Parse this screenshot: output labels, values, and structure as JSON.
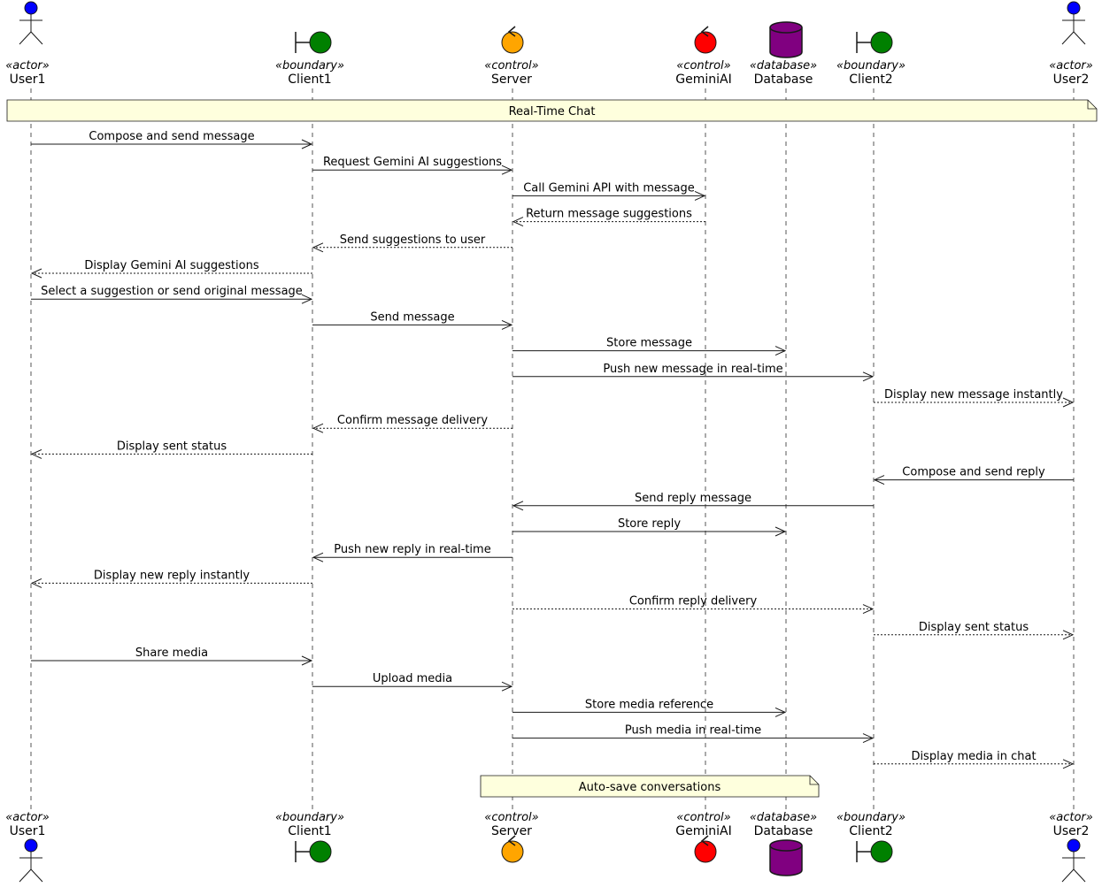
{
  "participants": [
    {
      "id": "user1",
      "kind": "actor",
      "stereotype": "«actor»",
      "name": "User1",
      "color": "#0000FF"
    },
    {
      "id": "client1",
      "kind": "boundary",
      "stereotype": "«boundary»",
      "name": "Client1",
      "color": "#008000"
    },
    {
      "id": "server",
      "kind": "control",
      "stereotype": "«control»",
      "name": "Server",
      "color": "#FFA500"
    },
    {
      "id": "geminiai",
      "kind": "control",
      "stereotype": "«control»",
      "name": "GeminiAI",
      "color": "#FF0000"
    },
    {
      "id": "database",
      "kind": "database",
      "stereotype": "«database»",
      "name": "Database",
      "color": "#800080"
    },
    {
      "id": "client2",
      "kind": "boundary",
      "stereotype": "«boundary»",
      "name": "Client2",
      "color": "#008000"
    },
    {
      "id": "user2",
      "kind": "actor",
      "stereotype": "«actor»",
      "name": "User2",
      "color": "#0000FF"
    }
  ],
  "notes": [
    {
      "text": "Real-Time Chat",
      "from": "user1",
      "to": "user2"
    },
    {
      "text": "Auto-save conversations",
      "from": "server",
      "to": "database"
    }
  ],
  "messages": [
    {
      "from": "user1",
      "to": "client1",
      "label": "Compose and send message",
      "style": "solid"
    },
    {
      "from": "client1",
      "to": "server",
      "label": "Request Gemini AI suggestions",
      "style": "solid"
    },
    {
      "from": "server",
      "to": "geminiai",
      "label": "Call Gemini API with message",
      "style": "solid"
    },
    {
      "from": "geminiai",
      "to": "server",
      "label": "Return message suggestions",
      "style": "dashed"
    },
    {
      "from": "server",
      "to": "client1",
      "label": "Send suggestions to user",
      "style": "dashed"
    },
    {
      "from": "client1",
      "to": "user1",
      "label": "Display Gemini AI suggestions",
      "style": "dashed"
    },
    {
      "from": "user1",
      "to": "client1",
      "label": "Select a suggestion or send original message",
      "style": "solid"
    },
    {
      "from": "client1",
      "to": "server",
      "label": "Send message",
      "style": "solid"
    },
    {
      "from": "server",
      "to": "database",
      "label": "Store message",
      "style": "solid"
    },
    {
      "from": "server",
      "to": "client2",
      "label": "Push new message in real-time",
      "style": "solid"
    },
    {
      "from": "client2",
      "to": "user2",
      "label": "Display new message instantly",
      "style": "dashed"
    },
    {
      "from": "server",
      "to": "client1",
      "label": "Confirm message delivery",
      "style": "dashed"
    },
    {
      "from": "client1",
      "to": "user1",
      "label": "Display sent status",
      "style": "dashed"
    },
    {
      "from": "user2",
      "to": "client2",
      "label": "Compose and send reply",
      "style": "solid"
    },
    {
      "from": "client2",
      "to": "server",
      "label": "Send reply message",
      "style": "solid"
    },
    {
      "from": "server",
      "to": "database",
      "label": "Store reply",
      "style": "solid"
    },
    {
      "from": "server",
      "to": "client1",
      "label": "Push new reply in real-time",
      "style": "solid"
    },
    {
      "from": "client1",
      "to": "user1",
      "label": "Display new reply instantly",
      "style": "dashed"
    },
    {
      "from": "server",
      "to": "client2",
      "label": "Confirm reply delivery",
      "style": "dashed"
    },
    {
      "from": "client2",
      "to": "user2",
      "label": "Display sent status",
      "style": "dashed"
    },
    {
      "from": "user1",
      "to": "client1",
      "label": "Share media",
      "style": "solid"
    },
    {
      "from": "client1",
      "to": "server",
      "label": "Upload media",
      "style": "solid"
    },
    {
      "from": "server",
      "to": "database",
      "label": "Store media reference",
      "style": "solid"
    },
    {
      "from": "server",
      "to": "client2",
      "label": "Push media in real-time",
      "style": "solid"
    },
    {
      "from": "client2",
      "to": "user2",
      "label": "Display media in chat",
      "style": "dashed"
    }
  ]
}
